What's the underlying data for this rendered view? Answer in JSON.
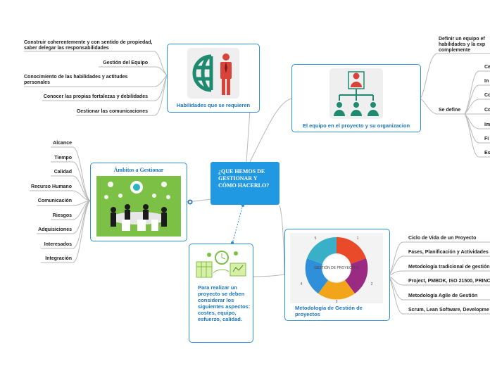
{
  "center": {
    "title": "¿QUE HEMOS DE GESTIONAR Y CÓMO HACERLO?"
  },
  "habilidades": {
    "title": "Habilidades que se requieren",
    "items": [
      "Construir coherentemente y con sentido de propiedad, saber  delegar las responsabilidades",
      "Gestión del Equipo",
      "Conocimiento de las habilidades y actitudes personales",
      "Conocer las propias fortalezas y debilidades",
      "Gestionar las comunicaciones"
    ]
  },
  "equipo": {
    "title": "El equipo en el proyecto y su organizacion",
    "top_item": "Definir un equipo ef habilidades y la exp complemente",
    "se_define": "Se define",
    "sub_items": [
      "Ce",
      "In",
      "Co",
      "Co",
      "Im",
      "Fi",
      "Es"
    ]
  },
  "ambitos": {
    "title": "Ámbitos a Gestionar",
    "items": [
      "Alcance",
      "Tiempo",
      "Calidad",
      "Recurso Humano",
      "Comunicación",
      "Riesgos",
      "Adquisiciones",
      "Interesados",
      "Integración"
    ]
  },
  "aspectos": {
    "title": "Para realizar un proyecto se deben considerar los siguientes aspectos: costes, equipo, esfuerzo, calidad."
  },
  "metodologia": {
    "title": "Metodología de Gestión de proyectos",
    "items": [
      "Ciclo de Vida de un Proyecto",
      "Fases, Planificación y Actividades d",
      "Metodología tradicional de gestión",
      "Project, PMBOK, ISO 21500, PRINC",
      "Metodología Agile de Gestión",
      "Scrum, Lean Software, Developme"
    ],
    "wheel_center": "GESTIÓN DE PROYECTOS",
    "wheel_numbers": [
      "1",
      "2",
      "3",
      "4",
      "5"
    ]
  },
  "colors": {
    "accent": "#2199e2",
    "border": "#2f8fd8",
    "line": "#b8b8b8",
    "globe": "#1f8a70",
    "person": "#d9443a"
  }
}
